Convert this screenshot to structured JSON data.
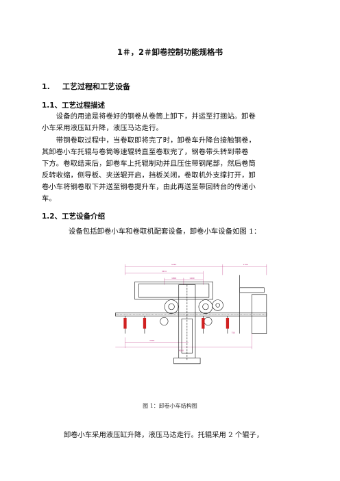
{
  "document": {
    "title": "1＃，2＃卸卷控制功能规格书",
    "section1": {
      "num": "1.",
      "label": "工艺过程和工艺设备"
    },
    "section1_1": {
      "label": "1.1、工艺过程描述"
    },
    "para1": [
      "　　设备的用途是将卷好的钢卷从卷筒上卸下，并运至打捆站。卸卷",
      "小车采用液压缸升降，液压马达走行。"
    ],
    "para2": [
      "　　带钢卷取过程中，当卷取即将完了时，卸卷车升降台接触钢卷，",
      "其卸卷小车托辊与卷筒等速辊转直至卷取完了，钢卷带头转到带卷",
      "下方。卷取结束后，卸卷车上托辊制动并且压住带钢尾部，然后卷筒",
      "反转收缩，侧导板、夹送辊开启，挡板关闭，卷取机外支撑打开，卸",
      "卷小车将钢卷取下并送至钢卷提升车，由此再送至带回转台的传递小",
      "车。"
    ],
    "section1_2": {
      "label": "1.2、工艺设备介绍"
    },
    "para3": "设备包括卸卷小车和卷取机配套设备，卸卷小车设备如图 1：",
    "figure": {
      "caption": "图 1：卸卷小车结构图",
      "dims": [
        "5250",
        "1700",
        "3670",
        "1800",
        "1400",
        "2100",
        "1000",
        "2300",
        "750",
        "4200",
        "200",
        "300"
      ]
    },
    "para4": "卸卷小车采用液压缸升降，液压马达走行。托辊采用 2 个辊子，"
  },
  "colors": {
    "drawing_line": "#000000",
    "dimension": "#c03080"
  }
}
